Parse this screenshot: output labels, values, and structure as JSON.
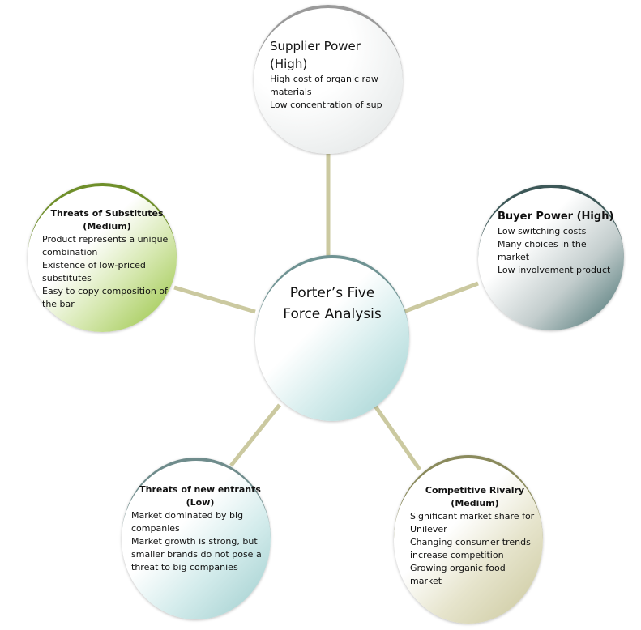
{
  "center": {
    "title_line1": "Porter’s Five",
    "title_line2": "Force Analysis"
  },
  "forces": {
    "supplier": {
      "title_line1": "Supplier Power",
      "title_line2": "(High)",
      "items": [
        "High cost of organic raw materials",
        "Low concentration of sup"
      ]
    },
    "buyer": {
      "title": "Buyer Power (High)",
      "items": [
        "Low switching costs",
        "Many choices in the market",
        "Low involvement product"
      ]
    },
    "substitutes": {
      "title_line1": "Threats of Substitutes",
      "title_line2": "(Medium)",
      "items": [
        "Product represents a unique combination",
        "Existence of low-priced substitutes",
        "Easy to copy composition of the bar"
      ]
    },
    "new_entrants": {
      "title_line1": "Threats of new entrants",
      "title_line2": "(Low)",
      "items": [
        "Market dominated by big companies",
        "Market growth is strong, but smaller brands do not pose a threat to big companies"
      ]
    },
    "rivalry": {
      "title_line1": "Competitive Rivalry",
      "title_line2": "(Medium)",
      "items": [
        "Significant market share for Unilever",
        "Changing consumer trends increase competition",
        "Growing organic food market"
      ]
    }
  },
  "colors": {
    "connector": "#cbc9a0",
    "supplier": "#c9cccc",
    "buyer": "#3f6b6b",
    "substitutes": "#95c23d",
    "center": "#9fd0d0",
    "new_entrants": "#9ccccc",
    "rivalry": "#c9c69a"
  }
}
